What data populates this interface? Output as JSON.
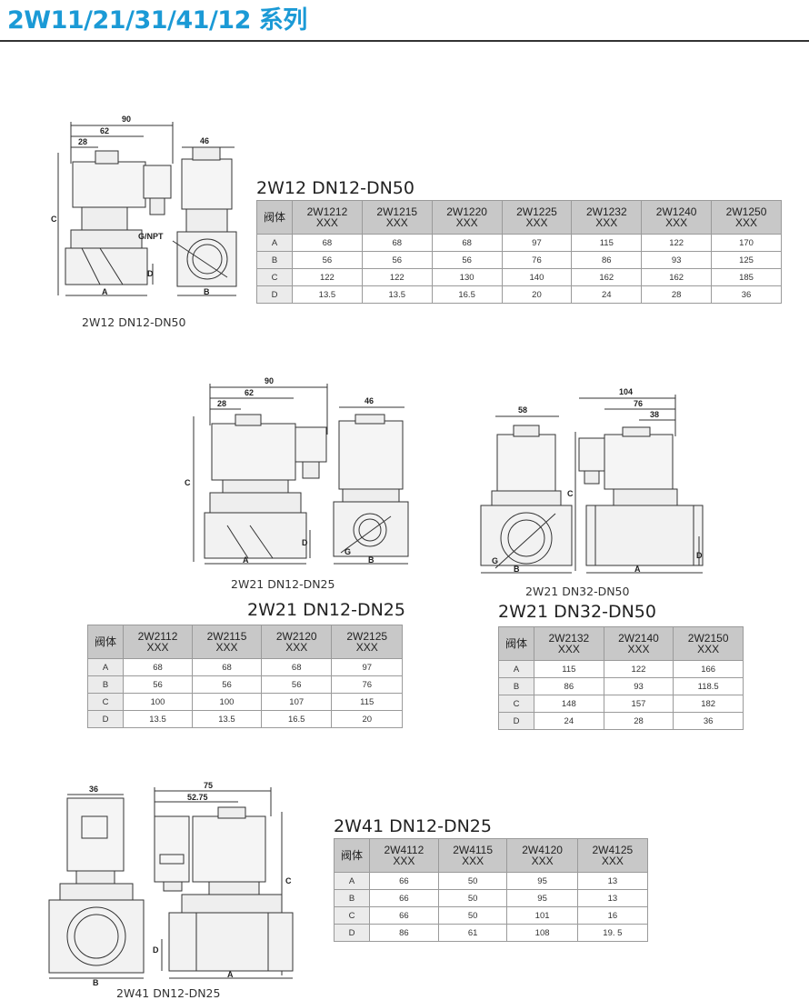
{
  "page": {
    "title": "2W11/21/31/41/12 系列"
  },
  "icons": [
    "valve-drawing-icon",
    "coil-logo-icon"
  ],
  "sections": [
    {
      "id": "w12",
      "drawing": {
        "caption": "2W12 DN12-DN50",
        "labels": {
          "w90": "90",
          "w62": "62",
          "w28": "28",
          "w46": "46",
          "port": "G/NPT",
          "c": "C",
          "a": "A",
          "b": "B",
          "d": "D"
        }
      },
      "table": {
        "title": "2W12 DN12-DN50",
        "corner": "阀体",
        "models": [
          [
            "2W1212",
            "XXX"
          ],
          [
            "2W1215",
            "XXX"
          ],
          [
            "2W1220",
            "XXX"
          ],
          [
            "2W1225",
            "XXX"
          ],
          [
            "2W1232",
            "XXX"
          ],
          [
            "2W1240",
            "XXX"
          ],
          [
            "2W1250",
            "XXX"
          ]
        ],
        "rows": [
          {
            "label": "A",
            "values": [
              "68",
              "68",
              "68",
              "97",
              "115",
              "122",
              "170"
            ]
          },
          {
            "label": "B",
            "values": [
              "56",
              "56",
              "56",
              "76",
              "86",
              "93",
              "125"
            ]
          },
          {
            "label": "C",
            "values": [
              "122",
              "122",
              "130",
              "140",
              "162",
              "162",
              "185"
            ]
          },
          {
            "label": "D",
            "values": [
              "13.5",
              "13.5",
              "16.5",
              "20",
              "24",
              "28",
              "36"
            ]
          }
        ]
      }
    },
    {
      "id": "w21a",
      "drawing": {
        "caption": "2W21 DN12-DN25",
        "labels": {
          "w90": "90",
          "w62": "62",
          "w28": "28",
          "w46": "46",
          "c": "C",
          "a": "A",
          "b": "B",
          "d": "D",
          "g": "G"
        }
      },
      "table": {
        "title": "2W21 DN12-DN25",
        "corner": "阀体",
        "models": [
          [
            "2W2112",
            "XXX"
          ],
          [
            "2W2115",
            "XXX"
          ],
          [
            "2W2120",
            "XXX"
          ],
          [
            "2W2125",
            "XXX"
          ]
        ],
        "rows": [
          {
            "label": "A",
            "values": [
              "68",
              "68",
              "68",
              "97"
            ]
          },
          {
            "label": "B",
            "values": [
              "56",
              "56",
              "56",
              "76"
            ]
          },
          {
            "label": "C",
            "values": [
              "100",
              "100",
              "107",
              "115"
            ]
          },
          {
            "label": "D",
            "values": [
              "13.5",
              "13.5",
              "16.5",
              "20"
            ]
          }
        ]
      }
    },
    {
      "id": "w21b",
      "drawing": {
        "caption": "2W21 DN32-DN50",
        "labels": {
          "w58": "58",
          "w104": "104",
          "w76": "76",
          "w38": "38",
          "c": "C",
          "a": "A",
          "b": "B",
          "d": "D",
          "g": "G"
        }
      },
      "table": {
        "title": "2W21 DN32-DN50",
        "corner": "阀体",
        "models": [
          [
            "2W2132",
            "XXX"
          ],
          [
            "2W2140",
            "XXX"
          ],
          [
            "2W2150",
            "XXX"
          ]
        ],
        "rows": [
          {
            "label": "A",
            "values": [
              "115",
              "122",
              "166"
            ]
          },
          {
            "label": "B",
            "values": [
              "86",
              "93",
              "118.5"
            ]
          },
          {
            "label": "C",
            "values": [
              "148",
              "157",
              "182"
            ]
          },
          {
            "label": "D",
            "values": [
              "24",
              "28",
              "36"
            ]
          }
        ]
      }
    },
    {
      "id": "w41",
      "drawing": {
        "caption": "2W41 DN12-DN25",
        "labels": {
          "w36": "36",
          "w75": "75",
          "w5275": "52.75",
          "c": "C",
          "a": "A",
          "b": "B",
          "d": "D"
        }
      },
      "table": {
        "title": "2W41 DN12-DN25",
        "corner": "阀体",
        "models": [
          [
            "2W4112",
            "XXX"
          ],
          [
            "2W4115",
            "XXX"
          ],
          [
            "2W4120",
            "XXX"
          ],
          [
            "2W4125",
            "XXX"
          ]
        ],
        "rows": [
          {
            "label": "A",
            "values": [
              "66",
              "50",
              "95",
              "13"
            ]
          },
          {
            "label": "B",
            "values": [
              "66",
              "50",
              "95",
              "13"
            ]
          },
          {
            "label": "C",
            "values": [
              "66",
              "50",
              "101",
              "16"
            ]
          },
          {
            "label": "D",
            "values": [
              "86",
              "61",
              "108",
              "19. 5"
            ]
          }
        ]
      }
    }
  ]
}
